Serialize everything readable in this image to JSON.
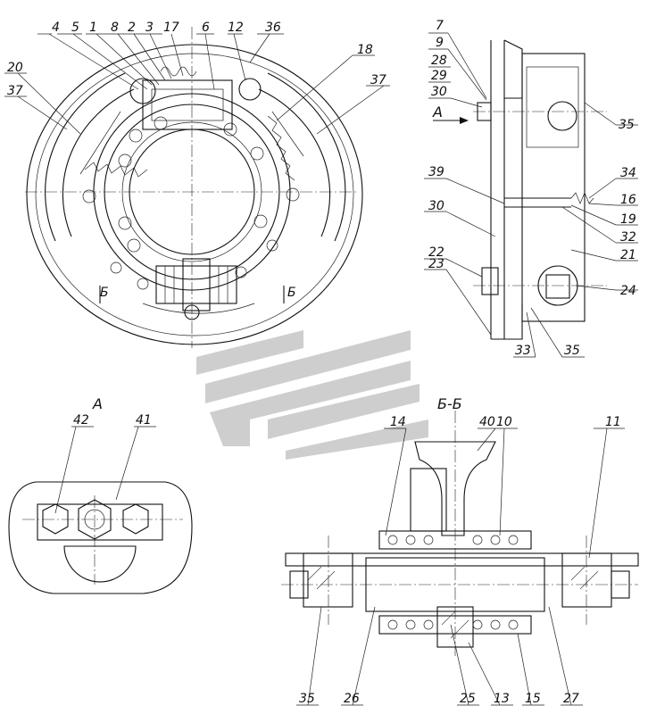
{
  "views": {
    "main": {
      "callouts": [
        "4",
        "5",
        "1",
        "8",
        "2",
        "3",
        "17",
        "6",
        "12",
        "36",
        "18",
        "37",
        "20",
        "37"
      ],
      "section_marks": [
        "Б",
        "Б"
      ]
    },
    "side": {
      "callouts": [
        "7",
        "9",
        "28",
        "29",
        "30",
        "35",
        "34",
        "16",
        "39",
        "19",
        "32",
        "30",
        "22",
        "21",
        "23",
        "24",
        "33",
        "35"
      ],
      "view_arrow": "A"
    },
    "view_a": {
      "title": "A",
      "callouts": [
        "42",
        "41"
      ]
    },
    "section_bb": {
      "title": "Б-Б",
      "callouts": [
        "14",
        "40",
        "10",
        "11",
        "35",
        "26",
        "25",
        "13",
        "15",
        "27"
      ]
    }
  },
  "logo": "watermark-logo"
}
